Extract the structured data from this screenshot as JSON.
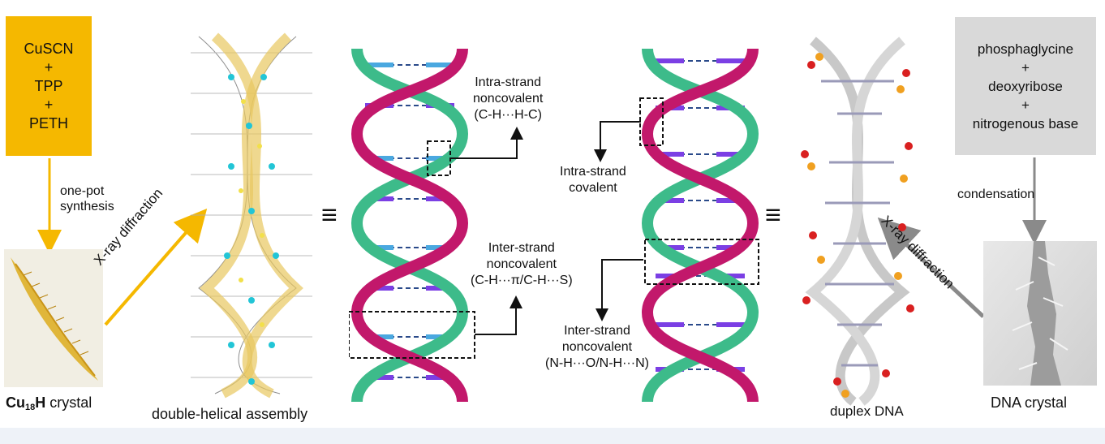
{
  "left_box": {
    "lines": [
      "CuSCN",
      "+",
      "TPP",
      "+",
      "PETH"
    ],
    "color": "#f5b800"
  },
  "left_arrow_label": [
    "one-pot",
    "synthesis"
  ],
  "left_crystal_caption": {
    "prefix": "Cu",
    "sub": "18",
    "suffix": "H",
    "rest": " crystal"
  },
  "left_diffraction_label": "X-ray diffraction",
  "left_assembly_caption": "double-helical assembly",
  "equiv_symbol": "≡",
  "helix_left_annotations": {
    "intra": [
      "Intra-strand",
      "noncovalent",
      "(C-H···H-C)"
    ],
    "inter": [
      "Inter-strand",
      "noncovalent",
      "(C-H···π/C-H···S)"
    ]
  },
  "helix_right_annotations": {
    "intra": [
      "Intra-strand",
      "covalent"
    ],
    "inter": [
      "Inter-strand",
      "noncovalent",
      "(N-H···O/N-H···N)"
    ]
  },
  "right_box": {
    "lines": [
      "phosphaglycine",
      "+",
      "deoxyribose",
      "+",
      "nitrogenous base"
    ],
    "color": "#d9d9d9"
  },
  "right_arrow_label": "condensation",
  "right_diffraction_label": "X-ray diffraction",
  "dna_caption": "duplex DNA",
  "dna_crystal_caption": "DNA crystal",
  "colors": {
    "magenta": "#c2186b",
    "green": "#3dbb8a",
    "blue": "#4aa8e0",
    "purple": "#7b3fe4",
    "gold": "#f5b800",
    "gray_arrow": "#8a8a8a"
  }
}
